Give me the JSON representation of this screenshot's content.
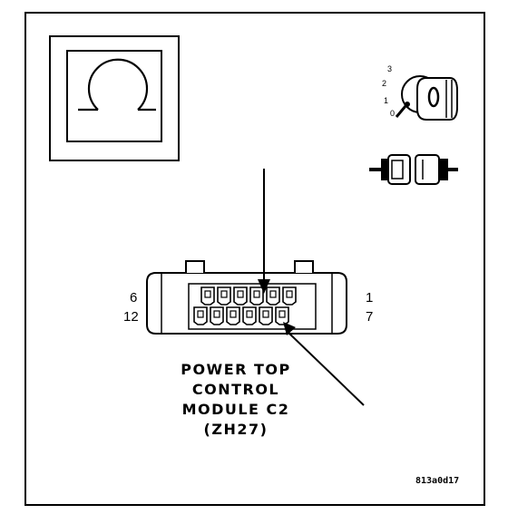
{
  "connector": {
    "pin_left_top": "6",
    "pin_left_bottom": "12",
    "pin_right_top": "1",
    "pin_right_bottom": "7"
  },
  "label": {
    "line1": "POWER TOP",
    "line2": "CONTROL",
    "line3": "MODULE C2",
    "line4": "(ZH27)"
  },
  "ignition": {
    "pos3": "3",
    "pos2": "2",
    "pos1": "1",
    "pos0": "0"
  },
  "meter_symbol": "ohm-icon",
  "reference_code": "813a0d17"
}
